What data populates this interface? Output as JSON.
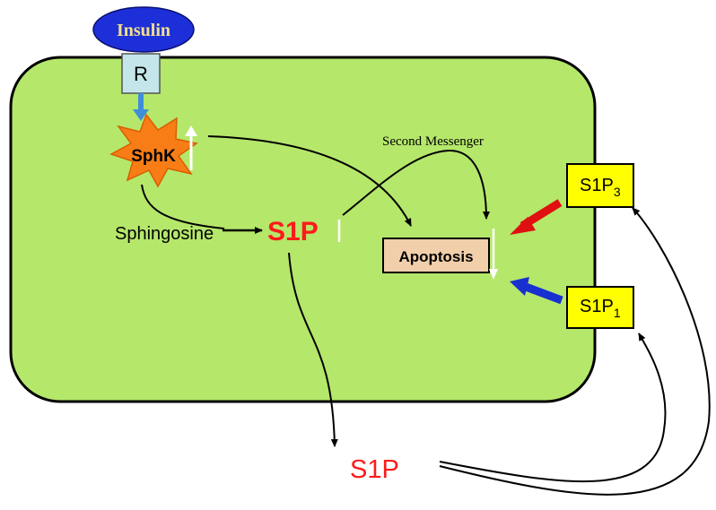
{
  "labels": {
    "insulin": "Insulin",
    "receptor": "R",
    "sphk": "SphK",
    "second_messenger": "Second Messenger",
    "sphingosine": "Sphingosine",
    "s1p_inside": "S1P",
    "s1p_outside": "S1P",
    "apoptosis": "Apoptosis",
    "s1p3_base": "S1P",
    "s1p3_sub": "3",
    "s1p1_base": "S1P",
    "s1p1_sub": "1"
  },
  "colors": {
    "cell_fill": "#b5e76b",
    "cell_stroke": "#000000",
    "insulin_fill": "#1d2fd8",
    "insulin_text": "#f2e08a",
    "receptor_fill": "#c4e6ea",
    "sphk_fill": "#f97d16",
    "apoptosis_fill": "#f1cfab",
    "receptor_box_fill": "#ffff00",
    "s1p_text": "#ff1a1a",
    "red_arrow": "#e01010",
    "blue_arrow": "#1830d0",
    "r_arrow": "#3f8fd8"
  }
}
